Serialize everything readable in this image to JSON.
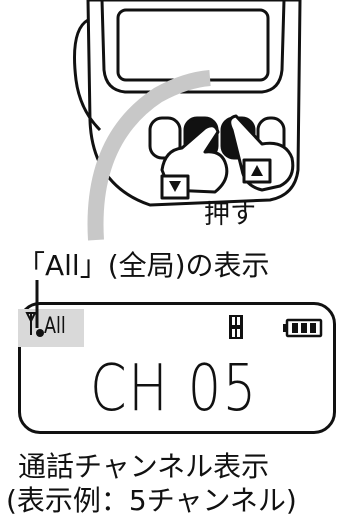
{
  "diagram": {
    "press_label": "押す",
    "all_display_label": "「All」(全局)の表示",
    "lcd": {
      "all_indicator": "All",
      "power_indicator": "H",
      "channel_text": "CH  05"
    },
    "channel_display_label": "通話チャンネル表示",
    "example_label": "(表示例：5チャンネル)"
  }
}
